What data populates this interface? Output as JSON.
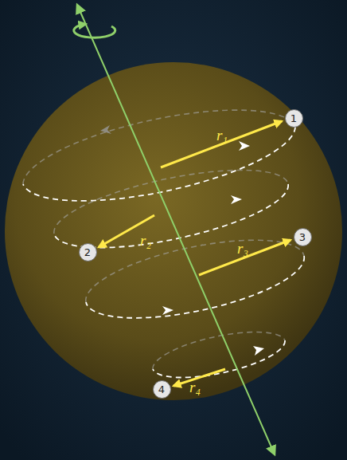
{
  "diagram": {
    "nodes": [
      {
        "text": [
          "1"
        ]
      },
      {
        "text": [
          "2"
        ]
      },
      {
        "text": [
          "3"
        ]
      },
      {
        "text": [
          "4"
        ]
      }
    ],
    "labels": [
      "r₁",
      "r₂",
      "r₃",
      "r₄"
    ]
  }
}
